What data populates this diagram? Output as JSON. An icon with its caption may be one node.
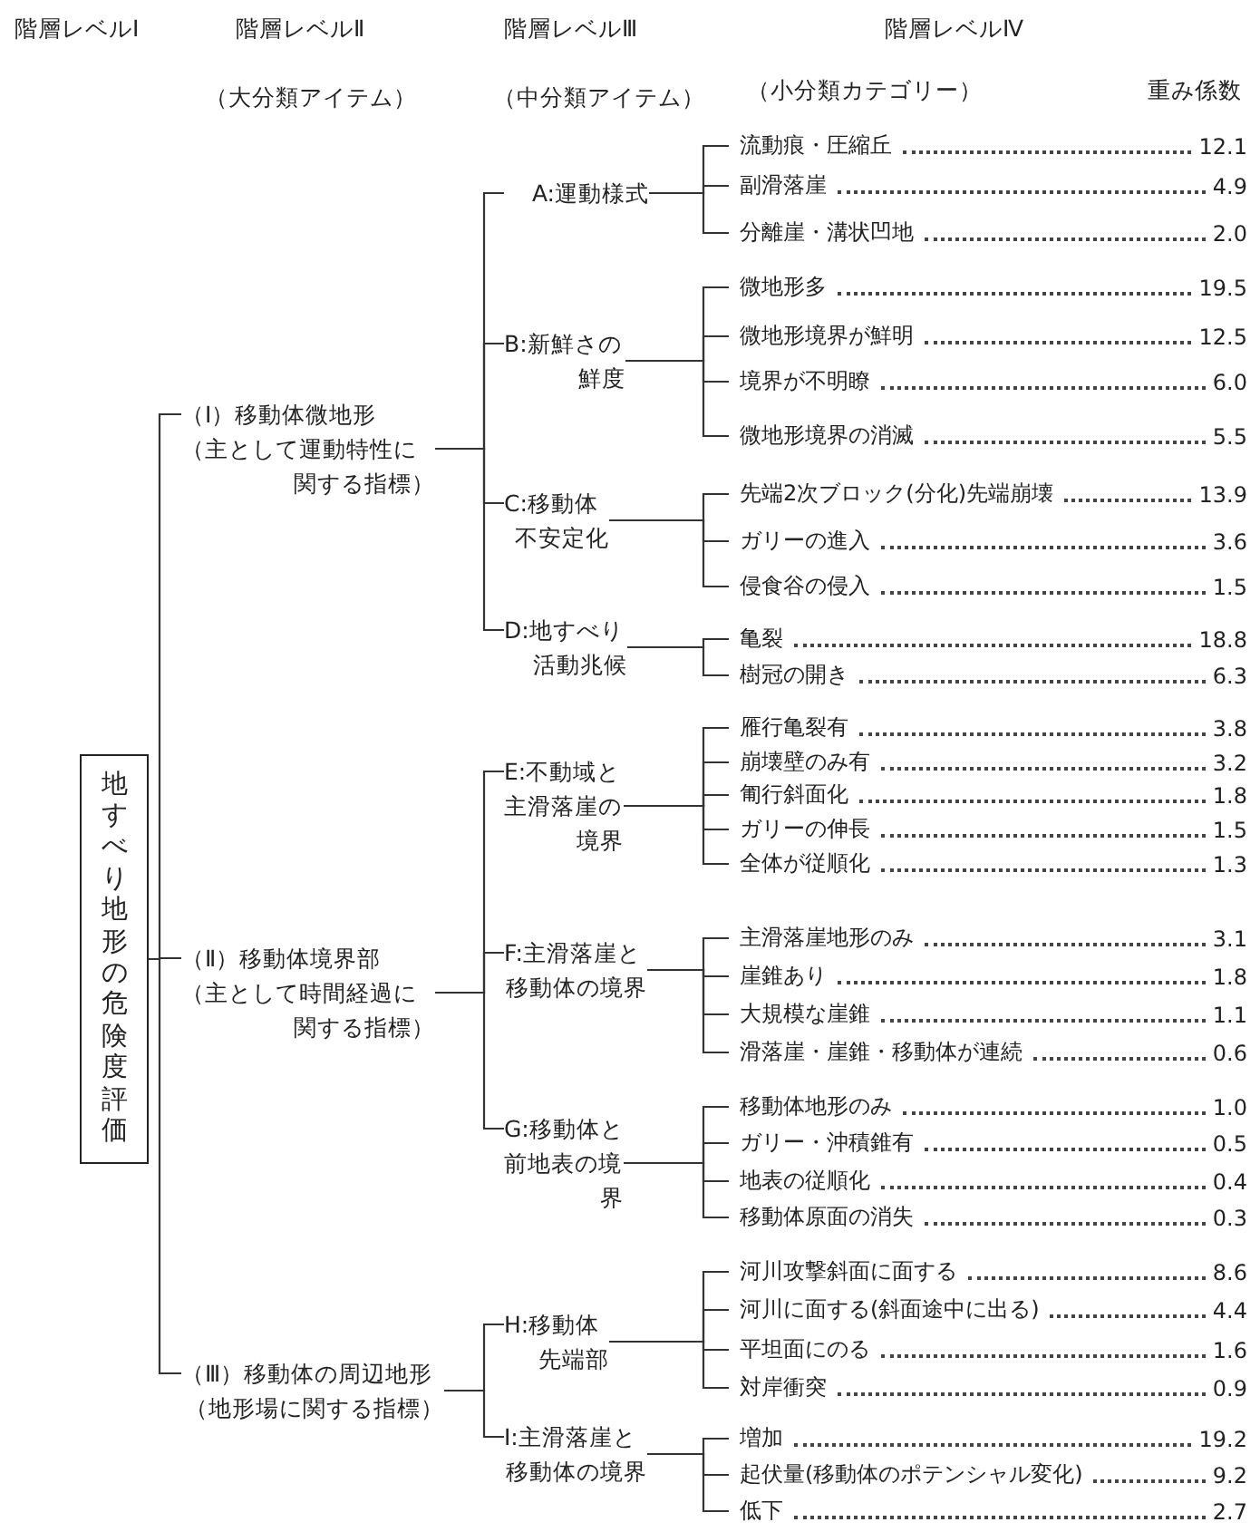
{
  "diagram": {
    "nodes": [
      {
        "text": [
          "地すべり地形の危険度評価"
        ]
      },
      {
        "text": [
          "（Ⅰ）移動体微地形",
          "（主として運動特性に関する指標）"
        ]
      },
      {
        "text": [
          "（Ⅱ）移動体境界部",
          "（主として時間経過に関する指標）"
        ]
      },
      {
        "text": [
          "（Ⅲ）移動体の周辺地形",
          "（地形場に関する指標）"
        ]
      },
      {
        "text": [
          "A:運動様式"
        ]
      },
      {
        "text": [
          "B:新鮮さの鮮度"
        ]
      },
      {
        "text": [
          "C:移動体不安定化"
        ]
      },
      {
        "text": [
          "D:地すべり活動兆候"
        ]
      },
      {
        "text": [
          "E:不動域と主滑落崖の境界"
        ]
      },
      {
        "text": [
          "F:主滑落崖と移動体の境界"
        ]
      },
      {
        "text": [
          "G:移動体と前地表の境界"
        ]
      },
      {
        "text": [
          "H:移動体先端部"
        ]
      },
      {
        "text": [
          "I:主滑落崖と移動体の境界"
        ]
      },
      {
        "text": [
          "流動痕・圧縮丘"
        ],
        "beside": [
          "12.1"
        ]
      },
      {
        "text": [
          "副滑落崖"
        ],
        "beside": [
          "4.9"
        ]
      },
      {
        "text": [
          "分離崖・溝状凹地"
        ],
        "beside": [
          "2.0"
        ]
      },
      {
        "text": [
          "微地形多"
        ],
        "beside": [
          "19.5"
        ]
      },
      {
        "text": [
          "微地形境界が鮮明"
        ],
        "beside": [
          "12.5"
        ]
      },
      {
        "text": [
          "境界が不明瞭"
        ],
        "beside": [
          "6.0"
        ]
      },
      {
        "text": [
          "微地形境界の消滅"
        ],
        "beside": [
          "5.5"
        ]
      },
      {
        "text": [
          "先端2次ブロック(分化)先端崩壊"
        ],
        "beside": [
          "13.9"
        ]
      },
      {
        "text": [
          "ガリーの進入"
        ],
        "beside": [
          "3.6"
        ]
      },
      {
        "text": [
          "侵食谷の侵入"
        ],
        "beside": [
          "1.5"
        ]
      },
      {
        "text": [
          "亀裂"
        ],
        "beside": [
          "18.8"
        ]
      },
      {
        "text": [
          "樹冠の開き"
        ],
        "beside": [
          "6.3"
        ]
      },
      {
        "text": [
          "雁行亀裂有"
        ],
        "beside": [
          "3.8"
        ]
      },
      {
        "text": [
          "崩壊壁のみ有"
        ],
        "beside": [
          "3.2"
        ]
      },
      {
        "text": [
          "匍行斜面化"
        ],
        "beside": [
          "1.8"
        ]
      },
      {
        "text": [
          "ガリーの伸長"
        ],
        "beside": [
          "1.5"
        ]
      },
      {
        "text": [
          "全体が従順化"
        ],
        "beside": [
          "1.3"
        ]
      },
      {
        "text": [
          "主滑落崖地形のみ"
        ],
        "beside": [
          "3.1"
        ]
      },
      {
        "text": [
          "崖錐あり"
        ],
        "beside": [
          "1.8"
        ]
      },
      {
        "text": [
          "大規模な崖錐"
        ],
        "beside": [
          "1.1"
        ]
      },
      {
        "text": [
          "滑落崖・崖錐・移動体が連続"
        ],
        "beside": [
          "0.6"
        ]
      },
      {
        "text": [
          "移動体地形のみ"
        ],
        "beside": [
          "1.0"
        ]
      },
      {
        "text": [
          "ガリー・沖積錐有"
        ],
        "beside": [
          "0.5"
        ]
      },
      {
        "text": [
          "地表の従順化"
        ],
        "beside": [
          "0.4"
        ]
      },
      {
        "text": [
          "移動体原面の消失"
        ],
        "beside": [
          "0.3"
        ]
      },
      {
        "text": [
          "河川攻撃斜面に面する"
        ],
        "beside": [
          "8.6"
        ]
      },
      {
        "text": [
          "河川に面する(斜面途中に出る)"
        ],
        "beside": [
          "4.4"
        ]
      },
      {
        "text": [
          "平坦面にのる"
        ],
        "beside": [
          "1.6"
        ]
      },
      {
        "text": [
          "対岸衝突"
        ],
        "beside": [
          "0.9"
        ]
      },
      {
        "text": [
          "増加"
        ],
        "beside": [
          "19.2"
        ]
      },
      {
        "text": [
          "起伏量(移動体のポテンシャル変化)"
        ],
        "beside": [
          "9.2"
        ]
      },
      {
        "text": [
          "低下"
        ],
        "beside": [
          "2.7"
        ]
      }
    ],
    "edges": [
      {
        "from": 0,
        "to": 1,
        "arrow": "none"
      },
      {
        "from": 0,
        "to": 2,
        "arrow": "none"
      },
      {
        "from": 0,
        "to": 3,
        "arrow": "none"
      },
      {
        "from": 1,
        "to": 4,
        "arrow": "none"
      },
      {
        "from": 1,
        "to": 5,
        "arrow": "none"
      },
      {
        "from": 1,
        "to": 6,
        "arrow": "none"
      },
      {
        "from": 1,
        "to": 7,
        "arrow": "none"
      },
      {
        "from": 2,
        "to": 8,
        "arrow": "none"
      },
      {
        "from": 2,
        "to": 9,
        "arrow": "none"
      },
      {
        "from": 2,
        "to": 10,
        "arrow": "none"
      },
      {
        "from": 3,
        "to": 11,
        "arrow": "none"
      },
      {
        "from": 3,
        "to": 12,
        "arrow": "none"
      },
      {
        "from": 4,
        "to": 13,
        "arrow": "none"
      },
      {
        "from": 4,
        "to": 14,
        "arrow": "none"
      },
      {
        "from": 4,
        "to": 15,
        "arrow": "none"
      },
      {
        "from": 5,
        "to": 16,
        "arrow": "none"
      },
      {
        "from": 5,
        "to": 17,
        "arrow": "none"
      },
      {
        "from": 5,
        "to": 18,
        "arrow": "none"
      },
      {
        "from": 5,
        "to": 19,
        "arrow": "none"
      },
      {
        "from": 6,
        "to": 20,
        "arrow": "none"
      },
      {
        "from": 6,
        "to": 21,
        "arrow": "none"
      },
      {
        "from": 6,
        "to": 22,
        "arrow": "none"
      },
      {
        "from": 7,
        "to": 23,
        "arrow": "none"
      },
      {
        "from": 7,
        "to": 24,
        "arrow": "none"
      },
      {
        "from": 8,
        "to": 25,
        "arrow": "none"
      },
      {
        "from": 8,
        "to": 26,
        "arrow": "none"
      },
      {
        "from": 8,
        "to": 27,
        "arrow": "none"
      },
      {
        "from": 8,
        "to": 28,
        "arrow": "none"
      },
      {
        "from": 8,
        "to": 29,
        "arrow": "none"
      },
      {
        "from": 9,
        "to": 30,
        "arrow": "none"
      },
      {
        "from": 9,
        "to": 31,
        "arrow": "none"
      },
      {
        "from": 9,
        "to": 32,
        "arrow": "none"
      },
      {
        "from": 9,
        "to": 33,
        "arrow": "none"
      },
      {
        "from": 10,
        "to": 34,
        "arrow": "none"
      },
      {
        "from": 10,
        "to": 35,
        "arrow": "none"
      },
      {
        "from": 10,
        "to": 36,
        "arrow": "none"
      },
      {
        "from": 10,
        "to": 37,
        "arrow": "none"
      },
      {
        "from": 11,
        "to": 38,
        "arrow": "none"
      },
      {
        "from": 11,
        "to": 39,
        "arrow": "none"
      },
      {
        "from": 11,
        "to": 40,
        "arrow": "none"
      },
      {
        "from": 11,
        "to": 41,
        "arrow": "none"
      },
      {
        "from": 12,
        "to": 42,
        "arrow": "none"
      },
      {
        "from": 12,
        "to": 43,
        "arrow": "none"
      },
      {
        "from": 12,
        "to": 44,
        "arrow": "none"
      }
    ],
    "labels": [
      "階層レベルⅠ",
      "階層レベルⅡ",
      "階層レベルⅢ",
      "階層レベルⅣ",
      "（大分類アイテム）",
      "（中分類アイテム）",
      "（小分類カテゴリー）",
      "重み係数"
    ]
  }
}
